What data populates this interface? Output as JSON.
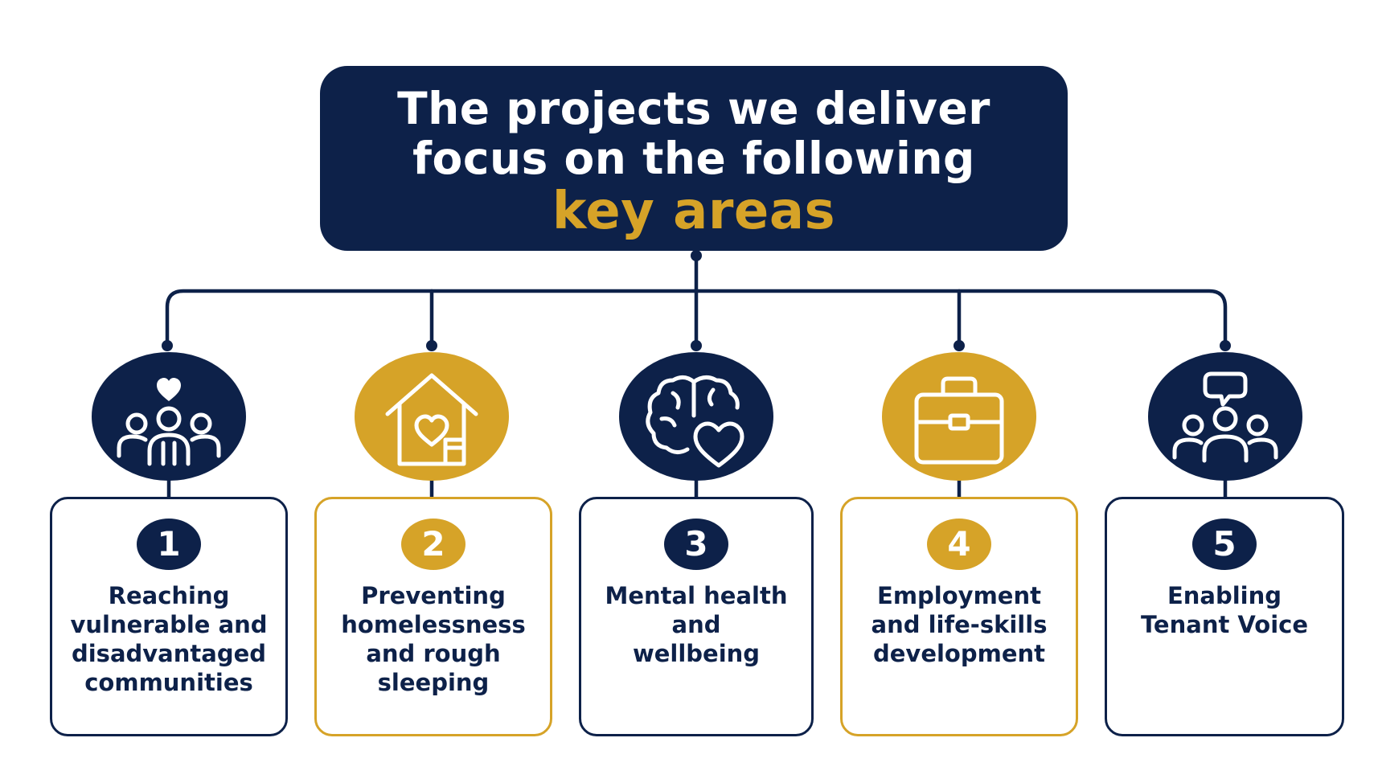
{
  "colors": {
    "navy": "#0d2149",
    "gold": "#d6a328",
    "white": "#ffffff"
  },
  "title": {
    "line1": "The projects we deliver",
    "line2": "focus on the following",
    "accent": "key areas"
  },
  "areas": [
    {
      "number": "1",
      "label": "Reaching\nvulnerable and\ndisadvantaged\ncommunities",
      "icon": "community-heart-icon",
      "color": "#0d2149"
    },
    {
      "number": "2",
      "label": "Preventing\nhomelessness\nand rough\nsleeping",
      "icon": "house-heart-icon",
      "color": "#d6a328"
    },
    {
      "number": "3",
      "label": "Mental health\nand\nwellbeing",
      "icon": "brain-heart-icon",
      "color": "#0d2149"
    },
    {
      "number": "4",
      "label": "Employment\nand life-skills\ndevelopment",
      "icon": "briefcase-icon",
      "color": "#d6a328"
    },
    {
      "number": "5",
      "label": "Enabling\nTenant Voice",
      "icon": "group-chat-icon",
      "color": "#0d2149"
    }
  ]
}
